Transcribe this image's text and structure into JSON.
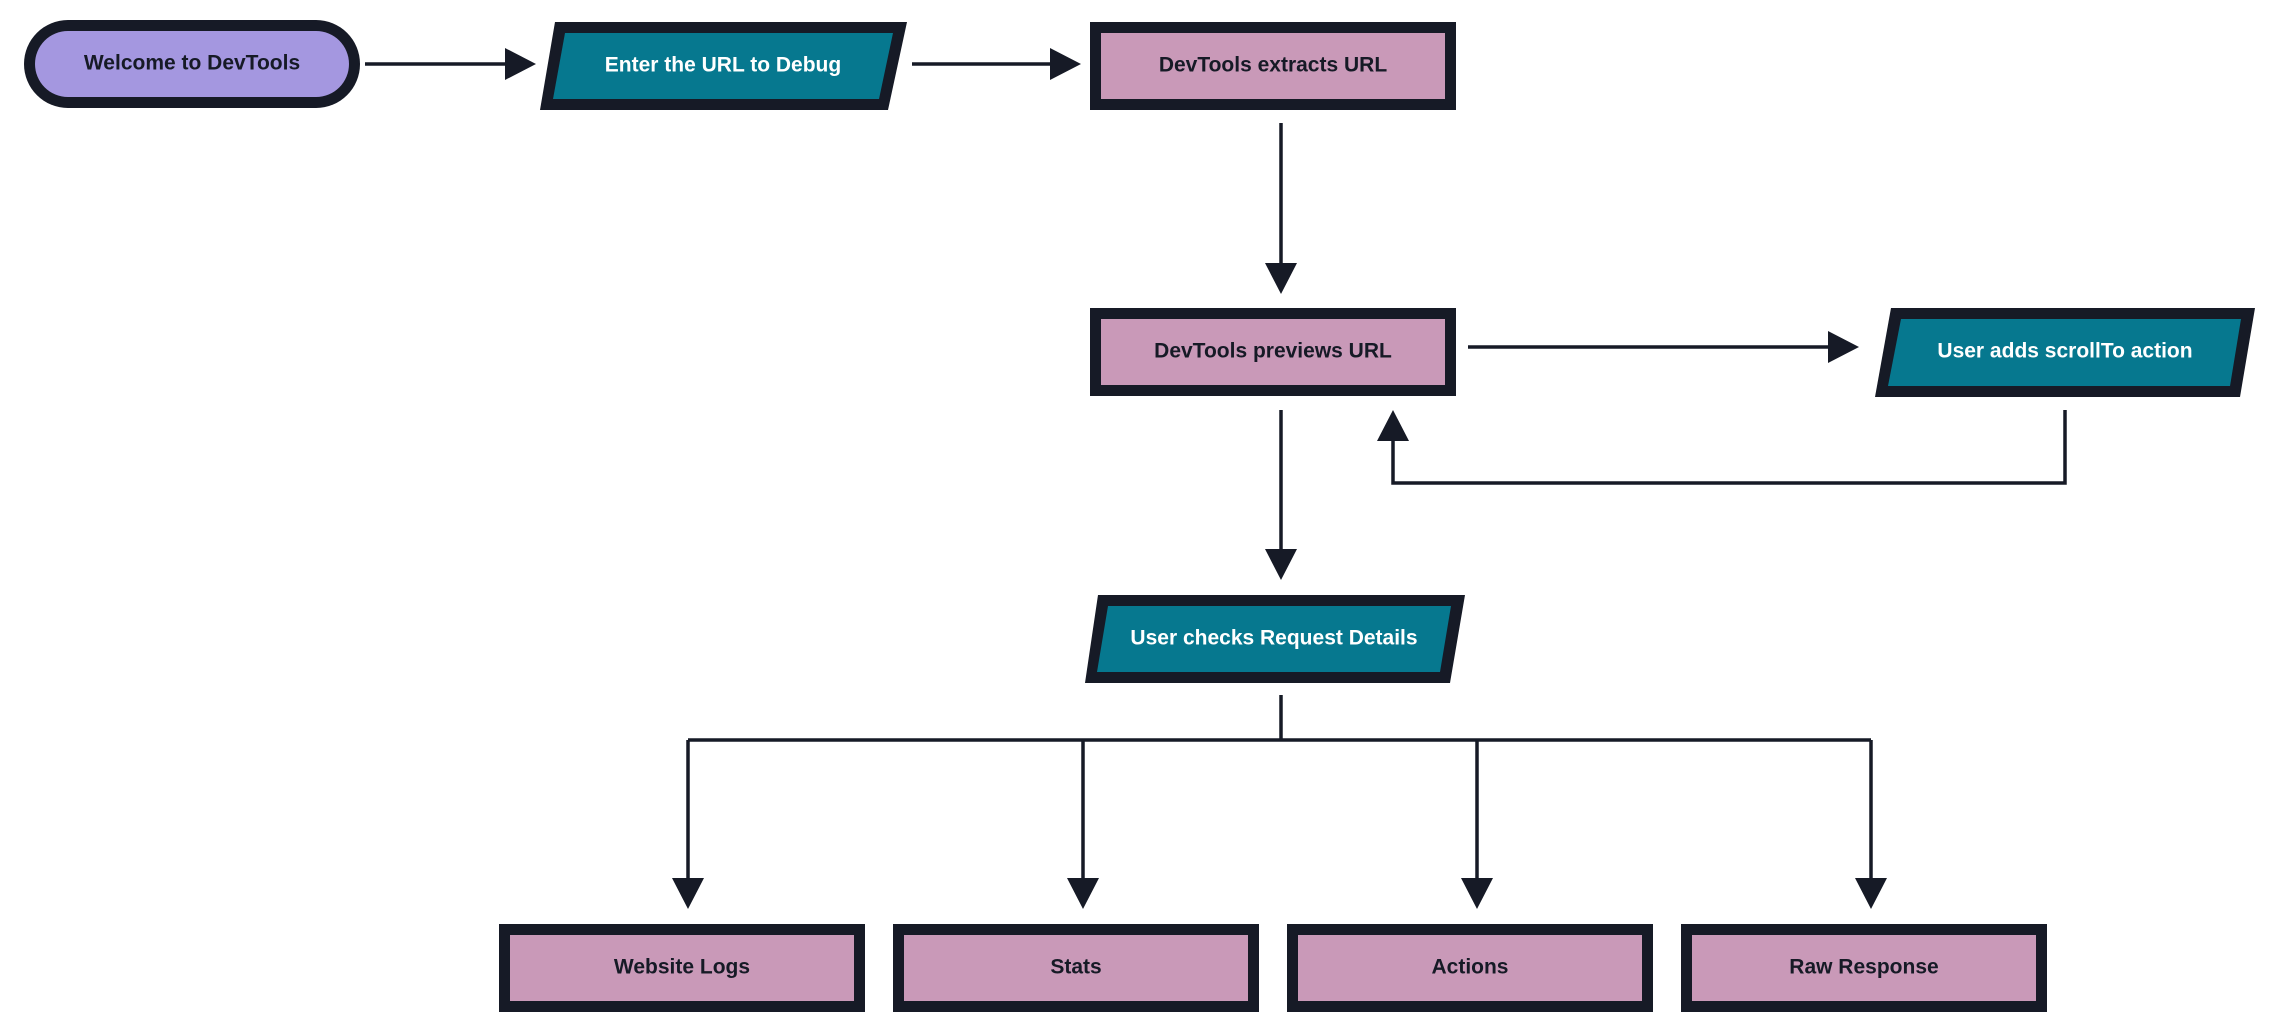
{
  "colors": {
    "outline": "#161a26",
    "terminal_fill": "#a497e0",
    "io_fill": "#06788f",
    "process_fill": "#c999b8",
    "dark_text": "#161a26",
    "light_text": "#ffffff"
  },
  "nodes": {
    "start": {
      "label": "Welcome to DevTools",
      "shape": "terminal"
    },
    "enter_url": {
      "label": "Enter the URL to Debug",
      "shape": "input-output"
    },
    "extracts": {
      "label": "DevTools extracts URL",
      "shape": "process"
    },
    "previews": {
      "label": "DevTools previews URL",
      "shape": "process"
    },
    "scroll": {
      "label": "User adds scrollTo action",
      "shape": "input-output"
    },
    "checks": {
      "label": "User checks Request Details",
      "shape": "input-output"
    },
    "logs": {
      "label": "Website Logs",
      "shape": "process"
    },
    "stats": {
      "label": "Stats",
      "shape": "process"
    },
    "actions": {
      "label": "Actions",
      "shape": "process"
    },
    "raw": {
      "label": "Raw Response",
      "shape": "process"
    }
  },
  "edges": [
    {
      "from": "start",
      "to": "enter_url"
    },
    {
      "from": "enter_url",
      "to": "extracts"
    },
    {
      "from": "extracts",
      "to": "previews"
    },
    {
      "from": "previews",
      "to": "scroll"
    },
    {
      "from": "scroll",
      "to": "previews"
    },
    {
      "from": "previews",
      "to": "checks"
    },
    {
      "from": "checks",
      "to": "logs"
    },
    {
      "from": "checks",
      "to": "stats"
    },
    {
      "from": "checks",
      "to": "actions"
    },
    {
      "from": "checks",
      "to": "raw"
    }
  ]
}
